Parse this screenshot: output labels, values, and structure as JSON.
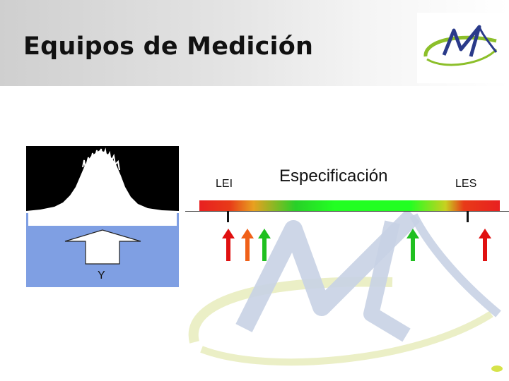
{
  "slide": {
    "title": "Equipos de Medición"
  },
  "figure": {
    "lower_limit_label": "LEI",
    "spec_label": "Especificación",
    "upper_limit_label": "LES",
    "variable_label": "Y",
    "arrow_colors": [
      "#e01010",
      "#f06018",
      "#20c020",
      "#20c020",
      "#e01010"
    ]
  },
  "colors": {
    "title": "#111111",
    "histogram_bg": "#000000",
    "histogram_fill": "#ffffff",
    "panel": "#7f9fe3",
    "logo_green": "#8cbf2a",
    "logo_blue": "#2a3a8a"
  }
}
